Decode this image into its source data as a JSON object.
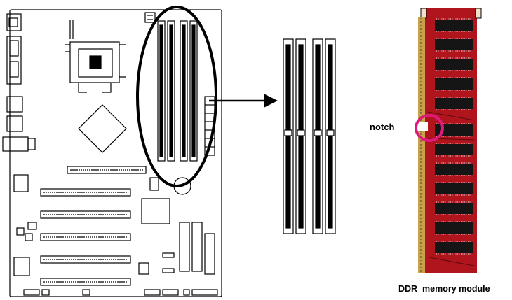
{
  "figure": {
    "notch_label": "notch",
    "module_caption": "DDR  memory module"
  },
  "colors": {
    "line": "#000000",
    "pcb_red": "#b0141c",
    "pcb_dark": "#5c0a10",
    "chip": "#151515",
    "gold": "#c8a24a",
    "highlight": "#e0197d"
  },
  "icons": [
    "motherboard-outline",
    "dimm-slot",
    "arrow-right",
    "ddr-memory-module",
    "notch-highlight-ring"
  ]
}
